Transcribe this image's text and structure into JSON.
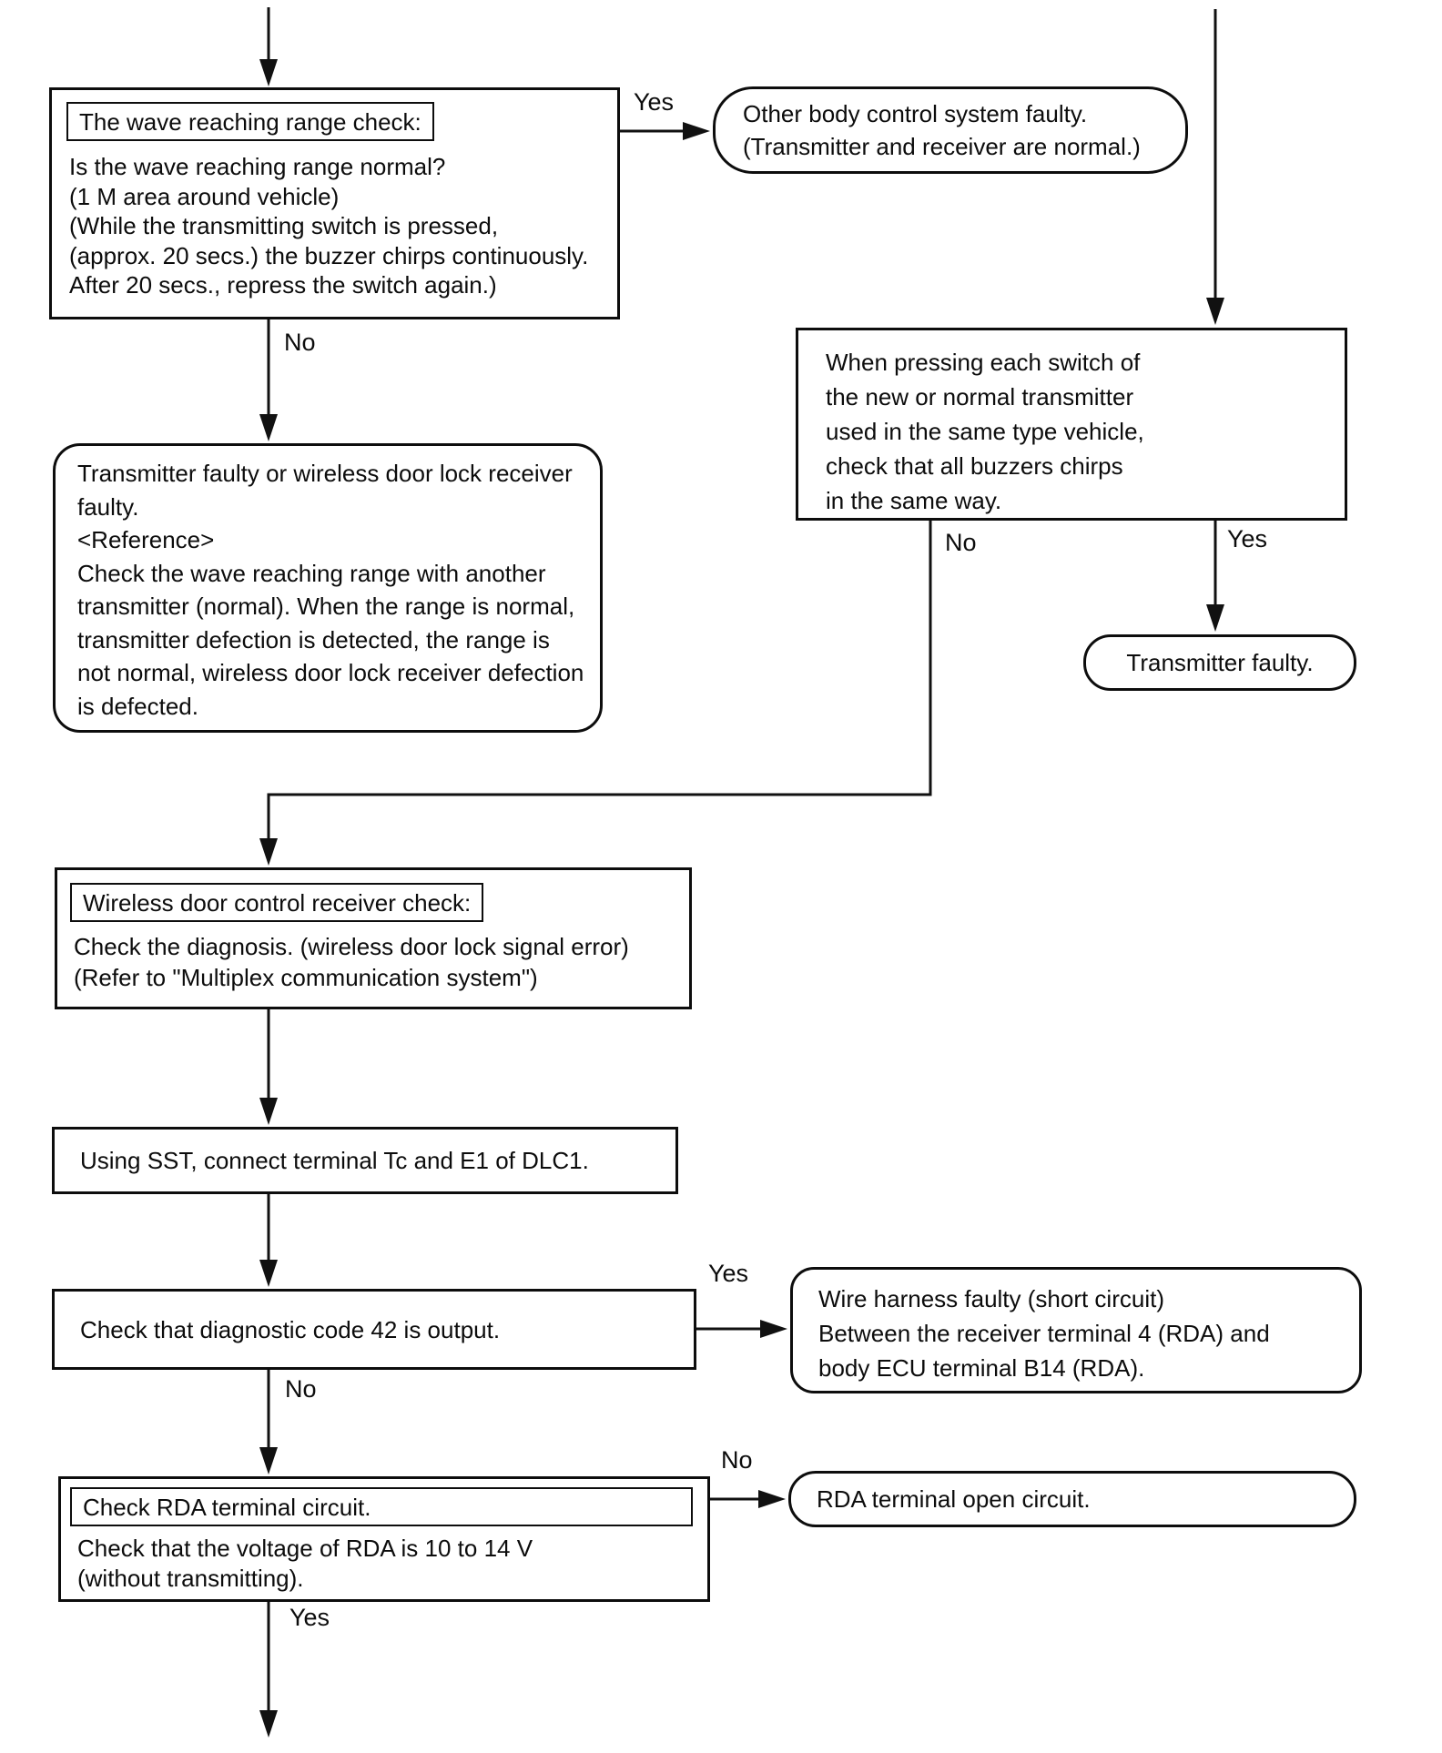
{
  "nodes": {
    "wave_range_check": {
      "title": "The wave reaching range check:",
      "body": [
        "Is the wave reaching range normal?",
        "(1 M area around vehicle)",
        "(While the transmitting switch is pressed,",
        "(approx. 20 secs.) the buzzer chirps continuously.",
        "After 20 secs., repress the switch again.)"
      ]
    },
    "other_body_control": {
      "body": [
        "Other body control system faulty.",
        "(Transmitter and receiver are normal.)"
      ]
    },
    "transmitter_or_receiver_faulty": {
      "body": [
        "Transmitter faulty or wireless door lock receiver",
        "faulty.",
        "<Reference>",
        "Check the wave reaching range with another",
        "transmitter (normal). When the range is normal,",
        "transmitter defection is detected, the range is",
        "not normal, wireless door lock receiver defection",
        "is defected."
      ]
    },
    "same_type_transmitter_check": {
      "body": [
        "When pressing each switch of",
        "the new or normal transmitter",
        "used in the same type vehicle,",
        "check that all buzzers chirps",
        "in the same way."
      ]
    },
    "transmitter_faulty": {
      "body": [
        "Transmitter faulty."
      ]
    },
    "receiver_check": {
      "title": "Wireless door control receiver check:",
      "body": [
        "Check the diagnosis. (wireless door lock signal error)",
        "(Refer to \"Multiplex communication system\")"
      ]
    },
    "connect_sst": {
      "body": [
        "Using SST, connect terminal Tc and E1 of DLC1."
      ]
    },
    "diagnostic_code_42": {
      "body": [
        "Check that diagnostic code 42 is output."
      ]
    },
    "wire_harness_faulty": {
      "body": [
        "Wire harness faulty (short circuit)",
        "Between the receiver terminal 4 (RDA) and",
        "body ECU terminal B14 (RDA)."
      ]
    },
    "rda_terminal_circuit_check": {
      "title": "Check RDA terminal circuit.",
      "body": [
        "Check that the voltage of RDA is 10 to 14 V",
        "(without transmitting)."
      ]
    },
    "rda_terminal_open": {
      "body": [
        "RDA terminal open circuit."
      ]
    }
  },
  "edge_labels": {
    "wave_yes": "Yes",
    "wave_no": "No",
    "buzzer_no": "No",
    "buzzer_yes": "Yes",
    "code42_yes": "Yes",
    "code42_no": "No",
    "rda_no": "No",
    "rda_yes": "Yes"
  },
  "colors": {
    "line": "#111111",
    "background": "#ffffff"
  }
}
